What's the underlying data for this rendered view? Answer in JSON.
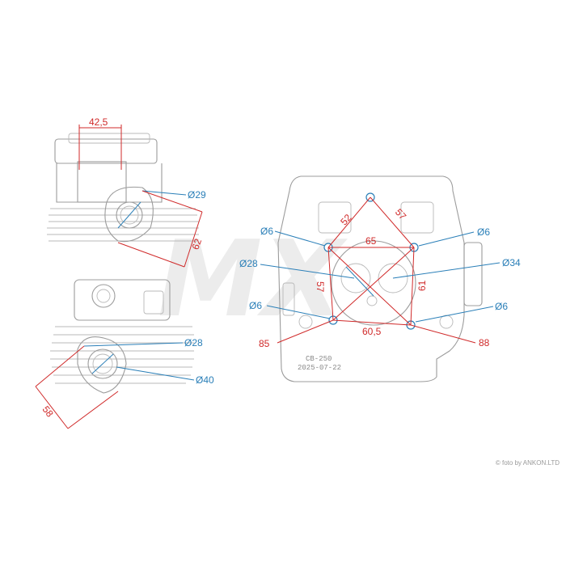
{
  "watermark": "MX",
  "credit": "© foto by ANKON.LTD",
  "head_stamp": [
    "CB-250",
    "2025-07-22"
  ],
  "top_view": {
    "dims_red": [
      "42,5",
      "62"
    ],
    "dims_blue": [
      "Ø29"
    ]
  },
  "side_view": {
    "dims_red": [
      "58"
    ],
    "dims_blue": [
      "Ø28",
      "Ø40"
    ]
  },
  "face_view": {
    "dims_red": [
      "52",
      "57",
      "65",
      "57",
      "61",
      "60,5",
      "85",
      "88"
    ],
    "dims_blue": [
      "Ø6",
      "Ø6",
      "Ø28",
      "Ø34",
      "Ø6",
      "Ø6"
    ]
  },
  "colors": {
    "dimension_red": "#d02a2a",
    "dimension_blue": "#2a7fb8"
  }
}
